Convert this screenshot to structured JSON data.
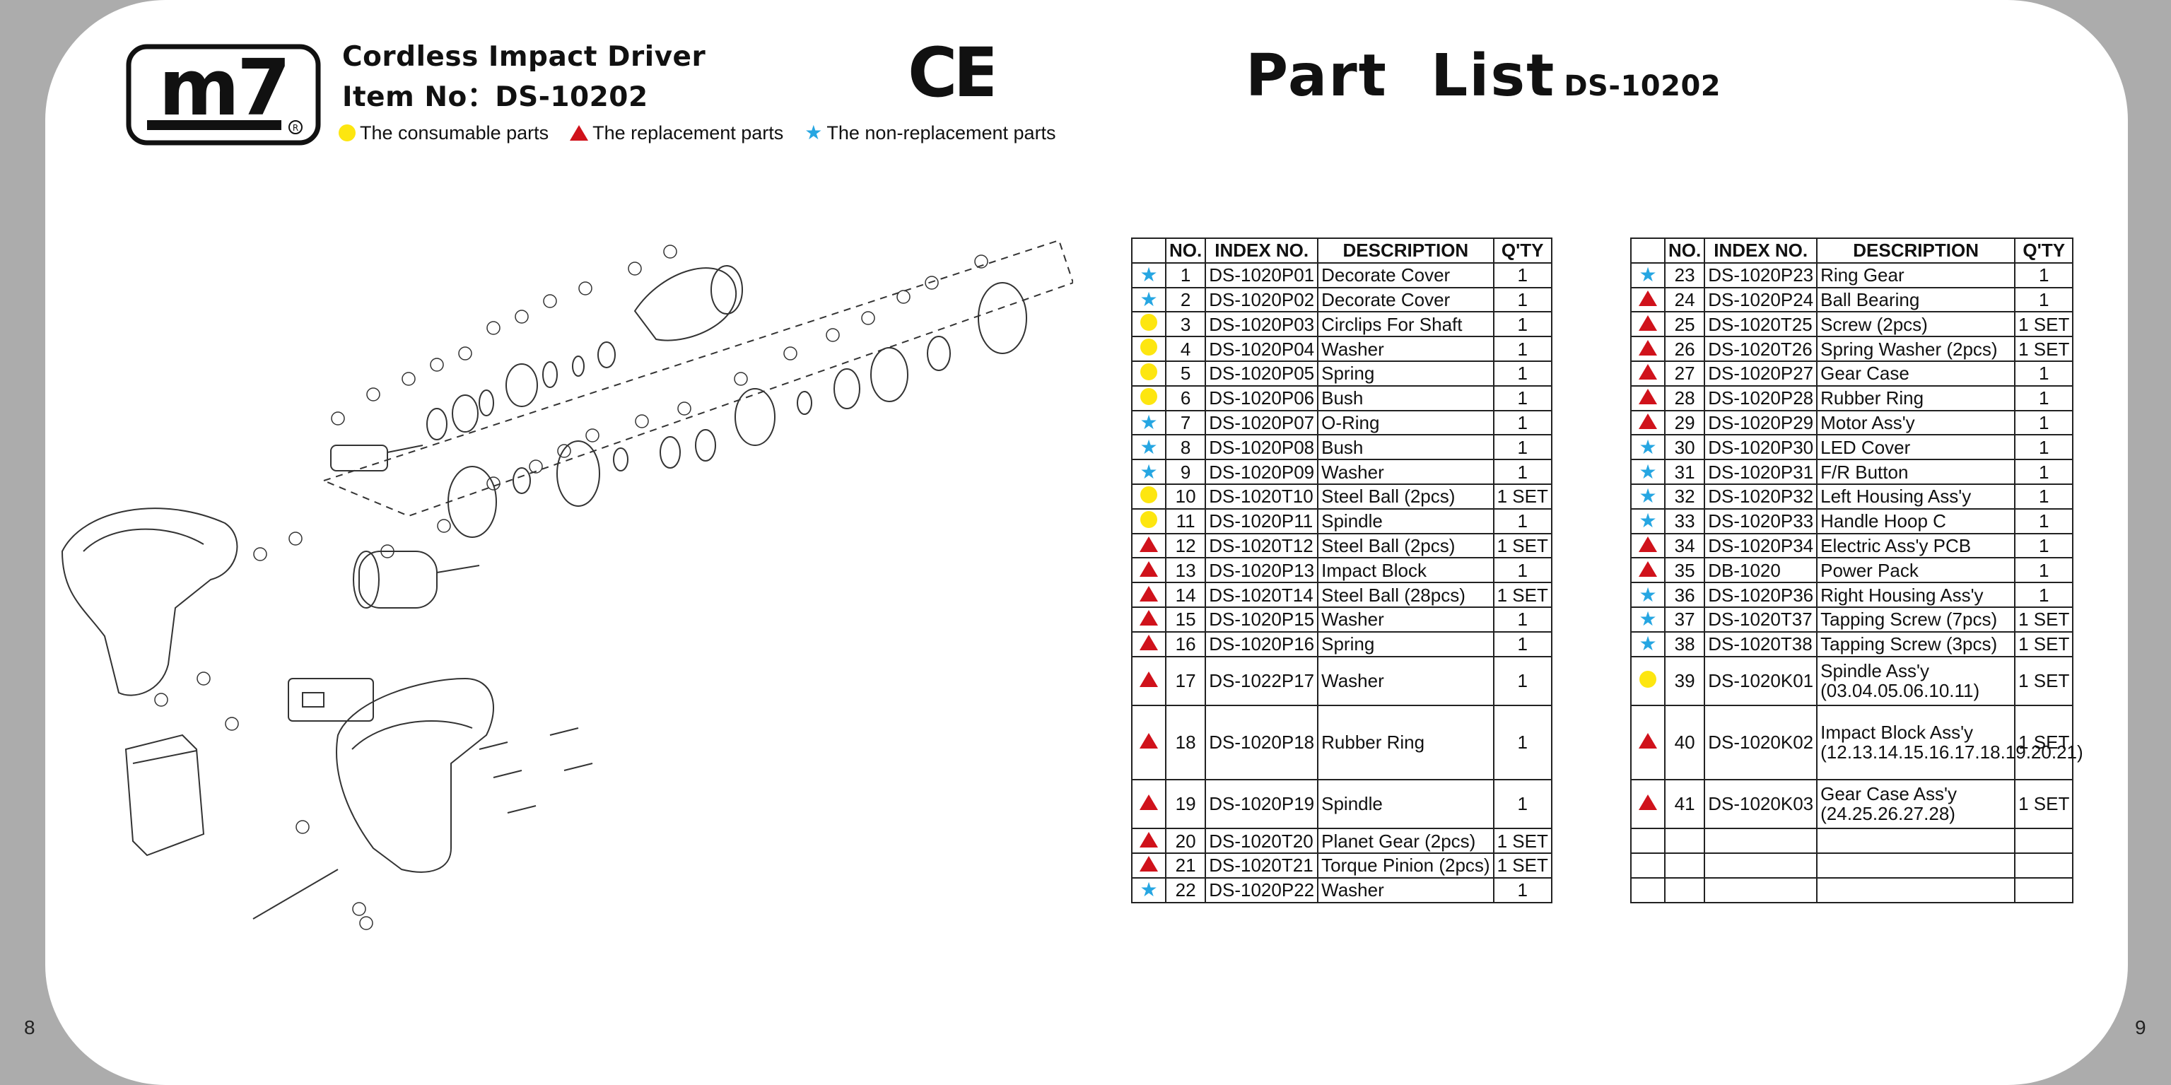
{
  "brand": {
    "logo_text": "m7"
  },
  "header": {
    "product_title": "Cordless Impact Driver",
    "item_label": "Item No：DS-10202",
    "ce_mark": "CE"
  },
  "legend": [
    {
      "symbol": "circle",
      "color": "#fde610",
      "label": "The consumable parts"
    },
    {
      "symbol": "triangle",
      "color": "#d0121b",
      "label": "The replacement parts"
    },
    {
      "symbol": "star",
      "color": "#26a6e2",
      "label": "The non-replacement parts"
    }
  ],
  "part_list": {
    "title": "Part  List",
    "model": "DS-10202"
  },
  "table": {
    "headers": {
      "no": "NO.",
      "index": "INDEX NO.",
      "desc": "DESCRIPTION",
      "qty": "Q'TY"
    },
    "left_rows": [
      {
        "sym": "star",
        "no": "1",
        "index": "DS-1020P01",
        "desc": "Decorate Cover",
        "qty": "1",
        "h": 1
      },
      {
        "sym": "star",
        "no": "2",
        "index": "DS-1020P02",
        "desc": "Decorate Cover",
        "qty": "1",
        "h": 1
      },
      {
        "sym": "circle",
        "no": "3",
        "index": "DS-1020P03",
        "desc": "Circlips For Shaft",
        "qty": "1",
        "h": 1
      },
      {
        "sym": "circle",
        "no": "4",
        "index": "DS-1020P04",
        "desc": "Washer",
        "qty": "1",
        "h": 1
      },
      {
        "sym": "circle",
        "no": "5",
        "index": "DS-1020P05",
        "desc": "Spring",
        "qty": "1",
        "h": 1
      },
      {
        "sym": "circle",
        "no": "6",
        "index": "DS-1020P06",
        "desc": "Bush",
        "qty": "1",
        "h": 1
      },
      {
        "sym": "star",
        "no": "7",
        "index": "DS-1020P07",
        "desc": "O-Ring",
        "qty": "1",
        "h": 1
      },
      {
        "sym": "star",
        "no": "8",
        "index": "DS-1020P08",
        "desc": "Bush",
        "qty": "1",
        "h": 1
      },
      {
        "sym": "star",
        "no": "9",
        "index": "DS-1020P09",
        "desc": "Washer",
        "qty": "1",
        "h": 1
      },
      {
        "sym": "circle",
        "no": "10",
        "index": "DS-1020T10",
        "desc": "Steel Ball (2pcs)",
        "qty": "1 SET",
        "h": 1
      },
      {
        "sym": "circle",
        "no": "11",
        "index": "DS-1020P11",
        "desc": "Spindle",
        "qty": "1",
        "h": 1
      },
      {
        "sym": "triangle",
        "no": "12",
        "index": "DS-1020T12",
        "desc": "Steel Ball (2pcs)",
        "qty": "1 SET",
        "h": 1
      },
      {
        "sym": "triangle",
        "no": "13",
        "index": "DS-1020P13",
        "desc": "Impact Block",
        "qty": "1",
        "h": 1
      },
      {
        "sym": "triangle",
        "no": "14",
        "index": "DS-1020T14",
        "desc": "Steel Ball (28pcs)",
        "qty": "1 SET",
        "h": 1
      },
      {
        "sym": "triangle",
        "no": "15",
        "index": "DS-1020P15",
        "desc": "Washer",
        "qty": "1",
        "h": 1
      },
      {
        "sym": "triangle",
        "no": "16",
        "index": "DS-1020P16",
        "desc": "Spring",
        "qty": "1",
        "h": 1
      },
      {
        "sym": "triangle",
        "no": "17",
        "index": "DS-1022P17",
        "desc": "Washer",
        "qty": "1",
        "h": 2
      },
      {
        "sym": "triangle",
        "no": "18",
        "index": "DS-1020P18",
        "desc": "Rubber Ring",
        "qty": "1",
        "h": 3
      },
      {
        "sym": "triangle",
        "no": "19",
        "index": "DS-1020P19",
        "desc": "Spindle",
        "qty": "1",
        "h": 2
      },
      {
        "sym": "triangle",
        "no": "20",
        "index": "DS-1020T20",
        "desc": "Planet Gear (2pcs)",
        "qty": "1 SET",
        "h": 1
      },
      {
        "sym": "triangle",
        "no": "21",
        "index": "DS-1020T21",
        "desc": "Torque Pinion (2pcs)",
        "qty": "1 SET",
        "h": 1
      },
      {
        "sym": "star",
        "no": "22",
        "index": "DS-1020P22",
        "desc": "Washer",
        "qty": "1",
        "h": 1
      }
    ],
    "right_rows": [
      {
        "sym": "star",
        "no": "23",
        "index": "DS-1020P23",
        "desc": "Ring Gear",
        "qty": "1",
        "h": 1
      },
      {
        "sym": "triangle",
        "no": "24",
        "index": "DS-1020P24",
        "desc": "Ball Bearing",
        "qty": "1",
        "h": 1
      },
      {
        "sym": "triangle",
        "no": "25",
        "index": "DS-1020T25",
        "desc": "Screw (2pcs)",
        "qty": "1 SET",
        "h": 1
      },
      {
        "sym": "triangle",
        "no": "26",
        "index": "DS-1020T26",
        "desc": "Spring Washer (2pcs)",
        "qty": "1 SET",
        "h": 1
      },
      {
        "sym": "triangle",
        "no": "27",
        "index": "DS-1020P27",
        "desc": "Gear Case",
        "qty": "1",
        "h": 1
      },
      {
        "sym": "triangle",
        "no": "28",
        "index": "DS-1020P28",
        "desc": "Rubber Ring",
        "qty": "1",
        "h": 1
      },
      {
        "sym": "triangle",
        "no": "29",
        "index": "DS-1020P29",
        "desc": "Motor Ass'y",
        "qty": "1",
        "h": 1
      },
      {
        "sym": "star",
        "no": "30",
        "index": "DS-1020P30",
        "desc": "LED Cover",
        "qty": "1",
        "h": 1
      },
      {
        "sym": "star",
        "no": "31",
        "index": "DS-1020P31",
        "desc": "F/R Button",
        "qty": "1",
        "h": 1
      },
      {
        "sym": "star",
        "no": "32",
        "index": "DS-1020P32",
        "desc": "Left Housing Ass'y",
        "qty": "1",
        "h": 1
      },
      {
        "sym": "star",
        "no": "33",
        "index": "DS-1020P33",
        "desc": "Handle Hoop C",
        "qty": "1",
        "h": 1
      },
      {
        "sym": "triangle",
        "no": "34",
        "index": "DS-1020P34",
        "desc": "Electric Ass'y PCB",
        "qty": "1",
        "h": 1
      },
      {
        "sym": "triangle",
        "no": "35",
        "index": "DB-1020",
        "desc": "Power Pack",
        "qty": "1",
        "h": 1
      },
      {
        "sym": "star",
        "no": "36",
        "index": "DS-1020P36",
        "desc": "Right Housing Ass'y",
        "qty": "1",
        "h": 1
      },
      {
        "sym": "star",
        "no": "37",
        "index": "DS-1020T37",
        "desc": "Tapping Screw (7pcs)",
        "qty": "1 SET",
        "h": 1
      },
      {
        "sym": "star",
        "no": "38",
        "index": "DS-1020T38",
        "desc": "Tapping Screw (3pcs)",
        "qty": "1 SET",
        "h": 1
      },
      {
        "sym": "circle",
        "no": "39",
        "index": "DS-1020K01",
        "desc": "Spindle Ass'y (03.04.05.06.10.11)",
        "qty": "1 SET",
        "h": 2
      },
      {
        "sym": "triangle",
        "no": "40",
        "index": "DS-1020K02",
        "desc": "Impact Block Ass'y (12.13.14.15.16.17.18.19.20.21)",
        "qty": "1 SET",
        "h": 3
      },
      {
        "sym": "triangle",
        "no": "41",
        "index": "DS-1020K03",
        "desc": "Gear Case Ass'y (24.25.26.27.28)",
        "qty": "1 SET",
        "h": 2
      },
      {
        "sym": "",
        "no": "",
        "index": "",
        "desc": "",
        "qty": "",
        "h": 1
      },
      {
        "sym": "",
        "no": "",
        "index": "",
        "desc": "",
        "qty": "",
        "h": 1
      },
      {
        "sym": "",
        "no": "",
        "index": "",
        "desc": "",
        "qty": "",
        "h": 1
      }
    ]
  },
  "page_numbers": {
    "left": "8",
    "right": "9"
  }
}
